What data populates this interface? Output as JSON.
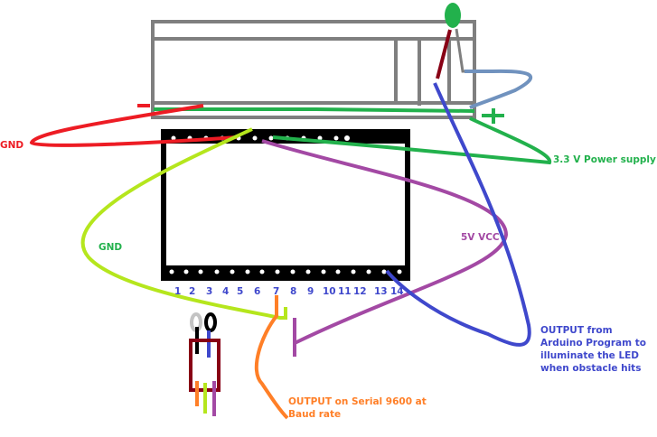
{
  "diagram": {
    "type": "wiring-diagram",
    "labels": {
      "gnd_top": "GND",
      "gnd_left": "GND",
      "power_33v": "3.3 V Power supply",
      "vcc_5v": "5V VCC",
      "output_arduino": "OUTPUT from Arduino Program to illuminate the LED when obstacle hits",
      "output_serial": "OUTPUT on Serial 9600 at Baud rate"
    },
    "breadboard_rail": {
      "minus": "−",
      "plus": "+"
    },
    "pin_numbers": [
      "1",
      "2",
      "3",
      "4",
      "5",
      "6",
      "7",
      "8",
      "9",
      "10",
      "11",
      "12",
      "13",
      "14"
    ],
    "colors": {
      "gnd": "#ed1c24",
      "power_33v": "#22b14c",
      "gnd_alt": "#b5e61d",
      "vcc_5v": "#a349a4",
      "signal_led": "#3f48cc",
      "serial_out": "#ff7f27",
      "led": "#22b14c",
      "breadboard": "#7f7f7f",
      "chip": "#000000",
      "sensor_body": "#880015",
      "wire_lightblue": "#7092be"
    }
  }
}
